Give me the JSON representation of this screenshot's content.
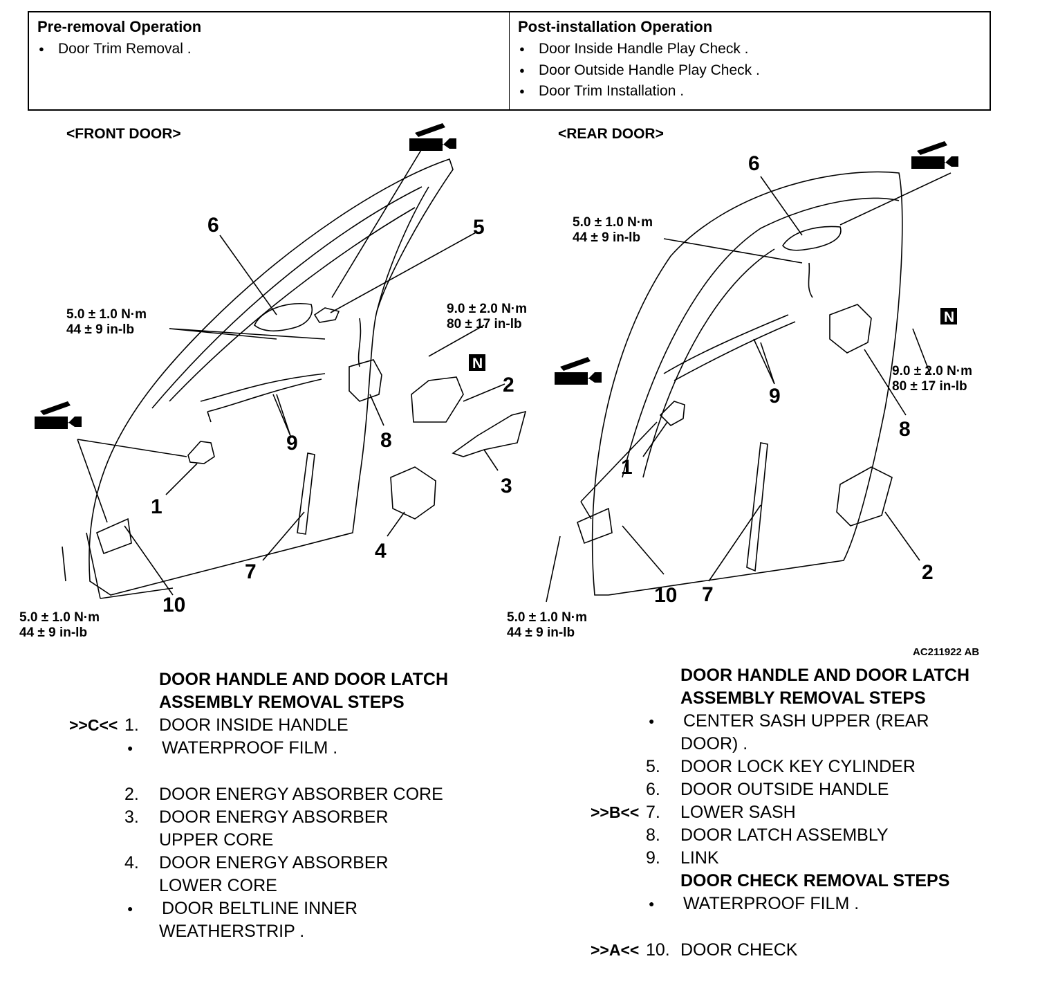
{
  "operations": {
    "pre_removal": {
      "heading": "Pre-removal Operation",
      "items": [
        "Door Trim Removal ."
      ]
    },
    "post_installation": {
      "heading": "Post-installation Operation",
      "items": [
        "Door Inside Handle Play Check .",
        "Door Outside Handle Play Check .",
        "Door Trim Installation ."
      ]
    }
  },
  "figure": {
    "front_label": "<FRONT DOOR>",
    "rear_label": "<REAR DOOR>",
    "figure_id": "AC211922 AB",
    "torque_5": [
      "5.0 ± 1.0 N·m",
      "44 ± 9 in-lb"
    ],
    "torque_9": [
      "9.0 ± 2.0 N·m",
      "80 ± 17 in-lb"
    ],
    "new_part_symbol": "N",
    "front_callouts": [
      "1",
      "2",
      "3",
      "4",
      "5",
      "6",
      "7",
      "8",
      "9",
      "10"
    ],
    "rear_callouts": [
      "1",
      "2",
      "6",
      "7",
      "8",
      "9",
      "10"
    ]
  },
  "left_steps": {
    "title": [
      "DOOR HANDLE AND DOOR LATCH",
      "ASSEMBLY REMOVAL STEPS"
    ],
    "rows": [
      {
        "mark": ">>C<<",
        "num": "1.",
        "text": "DOOR INSIDE HANDLE"
      },
      {
        "mark": "",
        "num": "●",
        "text": "WATERPROOF FILM ."
      },
      {
        "mark": "",
        "num": "",
        "text": ""
      },
      {
        "mark": "",
        "num": "2.",
        "text": "DOOR ENERGY ABSORBER CORE"
      },
      {
        "mark": "",
        "num": "3.",
        "text": "DOOR ENERGY ABSORBER"
      },
      {
        "mark": "",
        "num": "",
        "text": "UPPER CORE"
      },
      {
        "mark": "",
        "num": "4.",
        "text": "DOOR ENERGY ABSORBER"
      },
      {
        "mark": "",
        "num": "",
        "text": "LOWER CORE"
      },
      {
        "mark": "",
        "num": "●",
        "text": "DOOR BELTLINE INNER"
      },
      {
        "mark": "",
        "num": "",
        "text": "WEATHERSTRIP ."
      }
    ]
  },
  "right_steps": {
    "title": [
      "DOOR HANDLE AND DOOR LATCH",
      "ASSEMBLY REMOVAL STEPS"
    ],
    "rows": [
      {
        "mark": "",
        "num": "●",
        "text": "CENTER SASH UPPER (REAR"
      },
      {
        "mark": "",
        "num": "",
        "text": "DOOR) ."
      },
      {
        "mark": "",
        "num": "5.",
        "text": "DOOR LOCK KEY CYLINDER"
      },
      {
        "mark": "",
        "num": "6.",
        "text": "DOOR OUTSIDE HANDLE"
      },
      {
        "mark": ">>B<<",
        "num": "7.",
        "text": "LOWER SASH"
      },
      {
        "mark": "",
        "num": "8.",
        "text": "DOOR LATCH ASSEMBLY"
      },
      {
        "mark": "",
        "num": "9.",
        "text": "LINK"
      }
    ],
    "check_title": "DOOR CHECK REMOVAL STEPS",
    "check_rows": [
      {
        "mark": "",
        "num": "●",
        "text": "WATERPROOF FILM ."
      },
      {
        "mark": ">>A<<",
        "num": "10.",
        "text": "DOOR CHECK"
      }
    ]
  }
}
